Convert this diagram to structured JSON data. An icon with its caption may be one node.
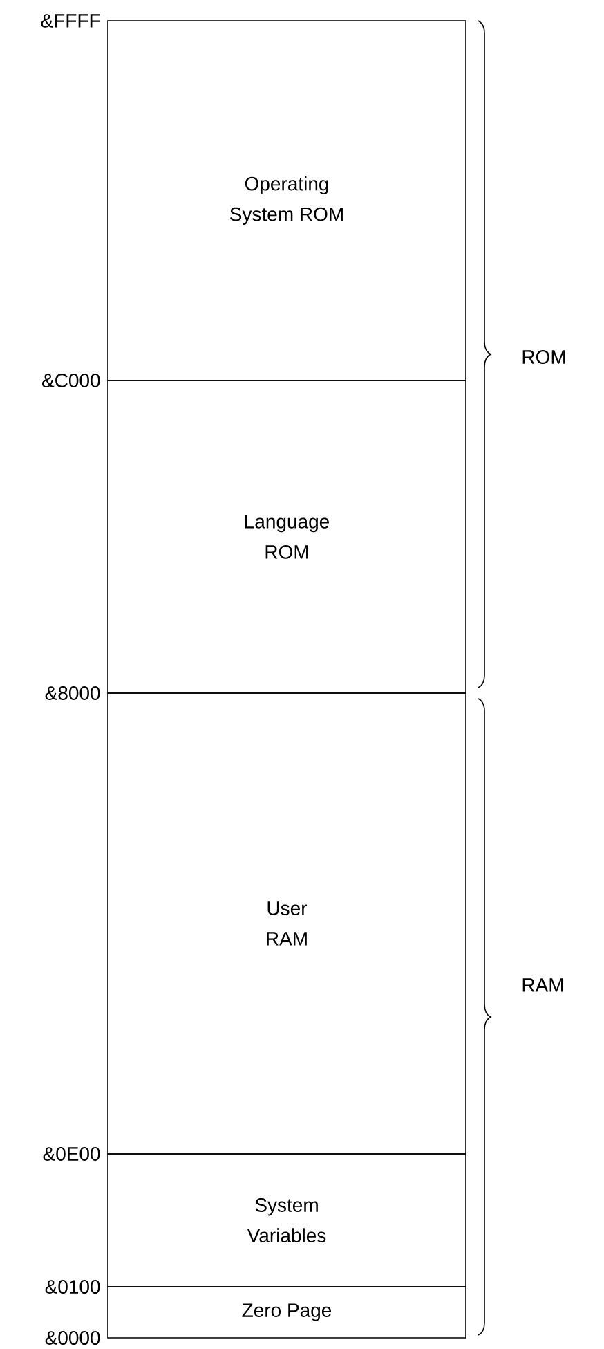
{
  "diagram": {
    "nodes": [
      {
        "text": [
          "Operating System ROM"
        ]
      },
      {
        "text": [
          "Language ROM"
        ]
      },
      {
        "text": [
          "User RAM"
        ]
      },
      {
        "text": [
          "System Variables"
        ]
      },
      {
        "text": [
          "Zero Page"
        ]
      }
    ],
    "labels": [
      "&FFFF",
      "ROM",
      "&C000",
      "&8000",
      "RAM",
      "&0E00",
      "&0100",
      "&0000"
    ]
  }
}
